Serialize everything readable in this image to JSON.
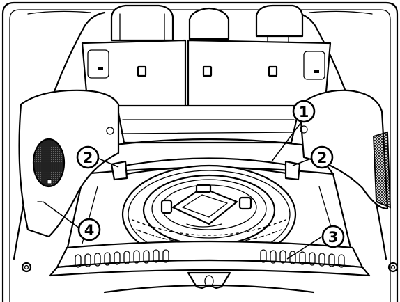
{
  "callouts": [
    {
      "id": "1",
      "label": "1"
    },
    {
      "id": "2a",
      "label": "2"
    },
    {
      "id": "2b",
      "label": "2"
    },
    {
      "id": "3",
      "label": "3"
    },
    {
      "id": "4",
      "label": "4"
    }
  ]
}
